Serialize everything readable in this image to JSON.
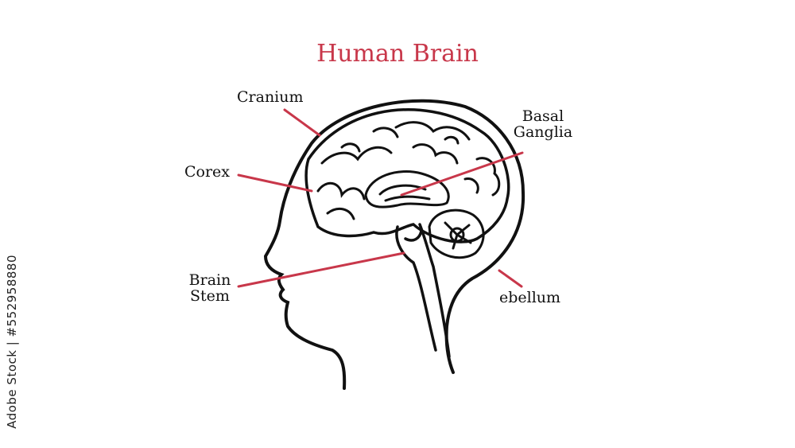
{
  "title": "Human Brain",
  "labels": {
    "cranium": "Cranium",
    "cortex": "Corex",
    "brain_stem_line1": "Brain",
    "brain_stem_line2": "Stem",
    "basal_ganglia_line1": "Basal",
    "basal_ganglia_line2": "Ganglia",
    "cerebellum": "ebellum"
  },
  "watermark": "Adobe Stock | #552958880",
  "colors": {
    "title": "#c8374a",
    "leader_line": "#c8374a",
    "ink": "#111111"
  }
}
